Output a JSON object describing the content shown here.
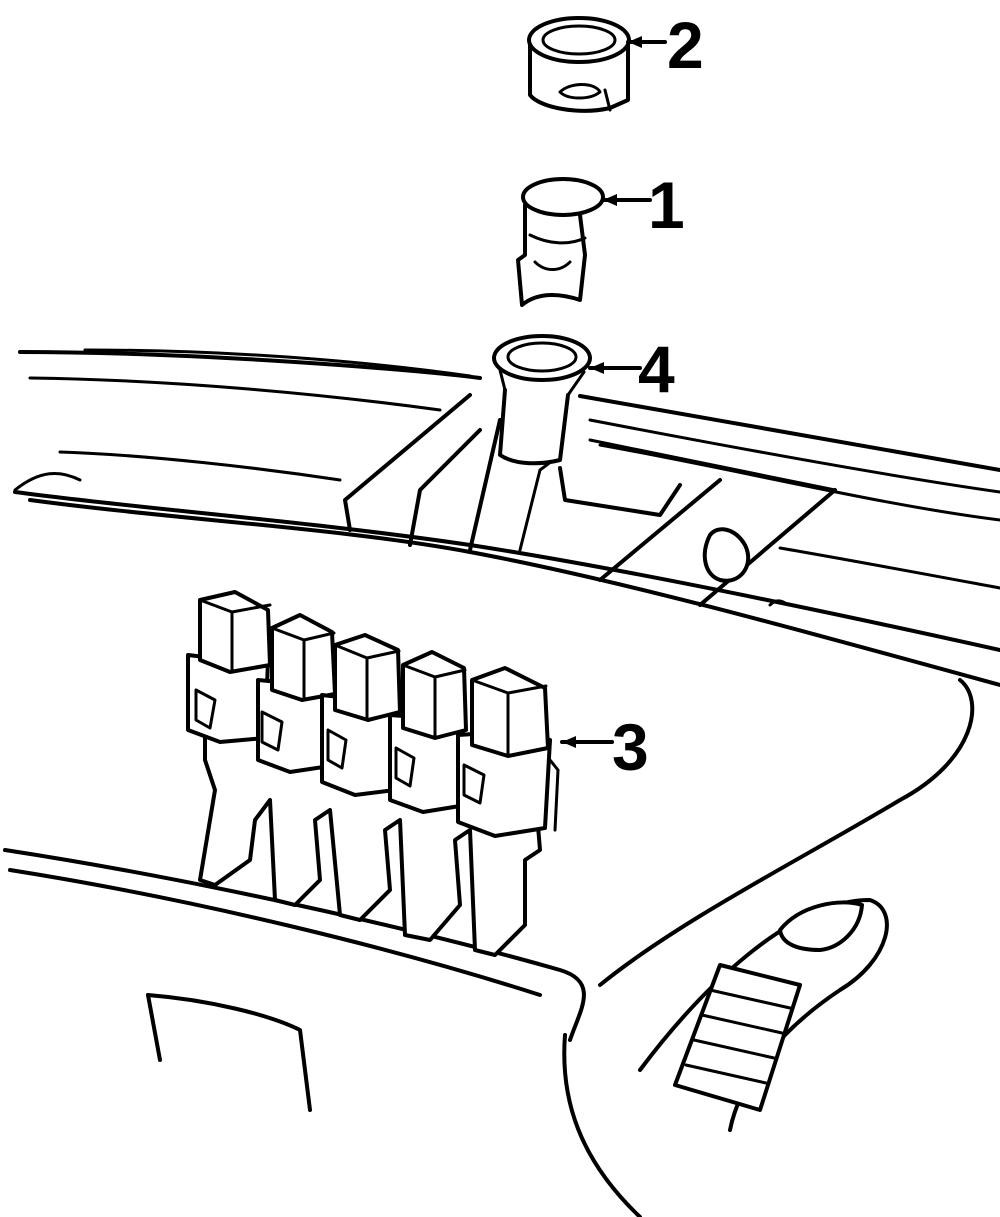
{
  "callouts": [
    {
      "id": "part-2",
      "label": "2"
    },
    {
      "id": "part-1",
      "label": "1"
    },
    {
      "id": "part-4",
      "label": "4"
    },
    {
      "id": "part-3",
      "label": "3"
    }
  ],
  "colors": {
    "line": "#000000",
    "background": "#ffffff"
  }
}
